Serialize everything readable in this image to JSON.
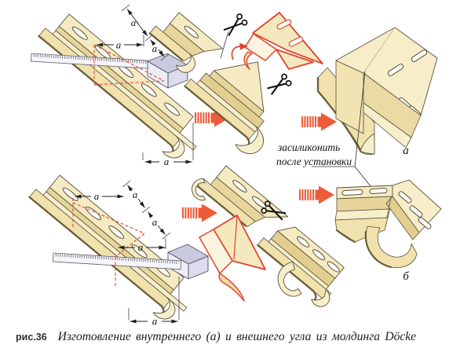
{
  "figure": {
    "label": "рис.36",
    "caption": "Изготовление внутреннего (а) и внешнего угла из молдинга Döcke"
  },
  "annotations": {
    "silicone_note_line1": "засиликонить",
    "silicone_note_line2": "после установки",
    "panel_a_label": "а",
    "panel_b_label": "б",
    "dim_label": "a"
  },
  "icons": {
    "scissors": "scissors-icon",
    "step_arrow": "step-arrow-icon",
    "curved_cut_arrow": "curved-cut-arrow-icon",
    "ruler": "ruler",
    "set_square_block": "set-square-block"
  },
  "colors": {
    "molding_cream": "#F5EAC1",
    "molding_shade": "#E7D59B",
    "molding_cove": "#F0E1AD",
    "rim_dark": "#6B5E3A",
    "cut_outline_red": "#E0432D",
    "marking_dash_red": "#E8503A",
    "step_arrow_orange": "#EE5B38",
    "ruler_fill": "#F5F5FA",
    "block_fill": "#C9C9E0",
    "background": "#FFFFFF"
  }
}
